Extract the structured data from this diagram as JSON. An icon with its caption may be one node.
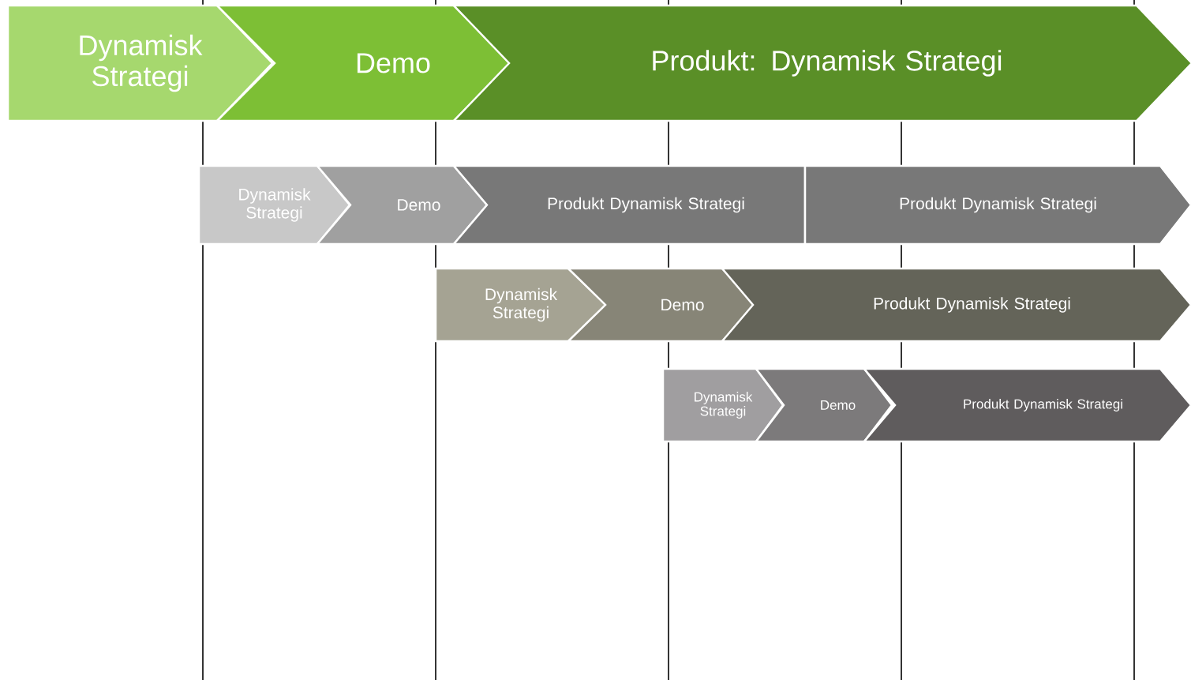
{
  "diagram": {
    "nodes": [
      {
        "text": [
          "Dynamisk Strategi"
        ]
      },
      {
        "text": [
          "Demo"
        ]
      },
      {
        "text": [
          "Produkt: Dynamisk Strategi"
        ]
      },
      {
        "text": [
          "Dynamisk Strategi"
        ]
      },
      {
        "text": [
          "Demo"
        ]
      },
      {
        "text": [
          "Produkt Dynamisk Strategi"
        ]
      },
      {
        "text": [
          "Produkt Dynamisk Strategi"
        ]
      },
      {
        "text": [
          "Dynamisk Strategi"
        ]
      },
      {
        "text": [
          "Demo"
        ]
      },
      {
        "text": [
          "Produkt Dynamisk Strategi"
        ]
      },
      {
        "text": [
          "Dynamisk Strategi"
        ]
      },
      {
        "text": [
          "Demo"
        ]
      },
      {
        "text": [
          "Produkt Dynamisk Strategi"
        ]
      }
    ]
  }
}
